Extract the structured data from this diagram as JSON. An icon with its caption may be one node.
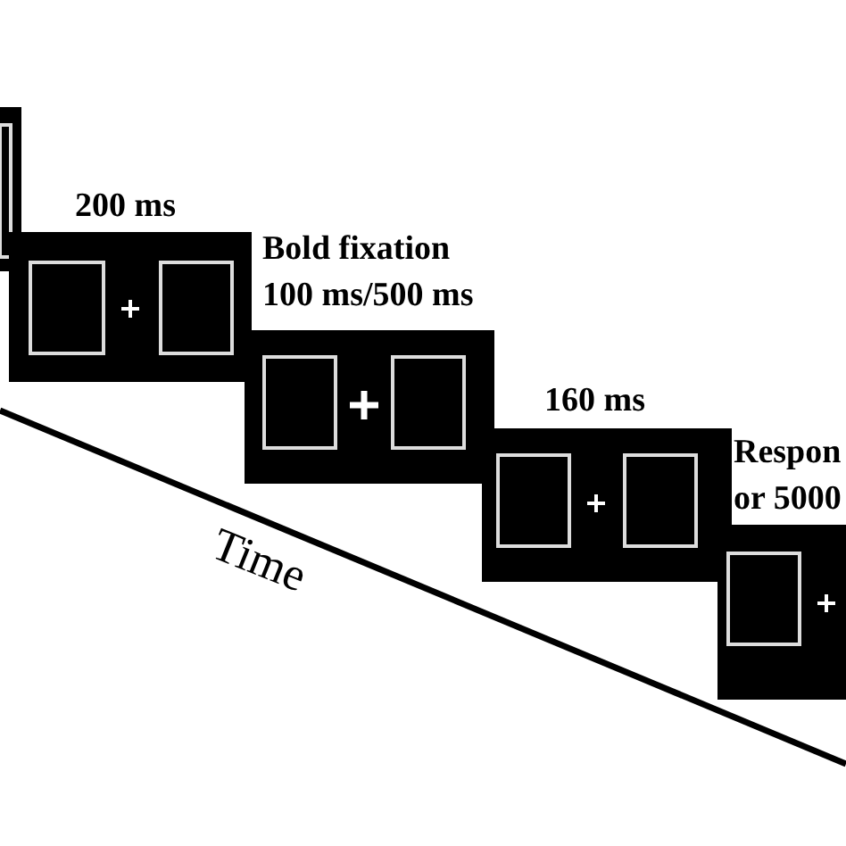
{
  "diagram": {
    "nodes": [
      {
        "text": [],
        "shape": "box"
      },
      {
        "text": [],
        "shape": "box",
        "beside": [
          "200 ms"
        ]
      },
      {
        "text": [],
        "shape": "box",
        "beside": [
          "Bold fixation",
          "100 ms/500 ms"
        ]
      },
      {
        "text": [],
        "shape": "box",
        "beside": [
          "160 ms"
        ]
      },
      {
        "text": [],
        "shape": "box",
        "beside": [
          "Respon",
          "or 5000"
        ]
      }
    ],
    "edges": [],
    "labels": [
      "Time"
    ]
  }
}
